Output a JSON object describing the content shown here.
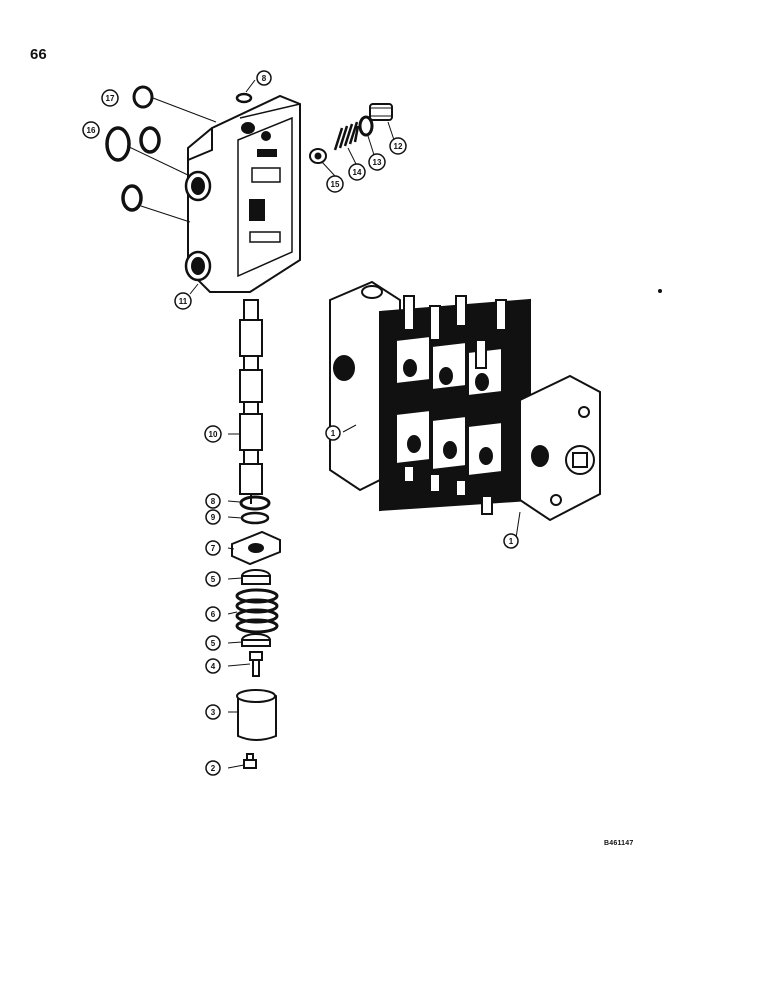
{
  "page_number": "66",
  "figure_code": "B461147",
  "callouts": [
    {
      "id": "c17",
      "label": "17"
    },
    {
      "id": "c8a",
      "label": "8"
    },
    {
      "id": "c16",
      "label": "16"
    },
    {
      "id": "c15",
      "label": "15"
    },
    {
      "id": "c14",
      "label": "14"
    },
    {
      "id": "c13",
      "label": "13"
    },
    {
      "id": "c12",
      "label": "12"
    },
    {
      "id": "c11",
      "label": "11"
    },
    {
      "id": "c10",
      "label": "10"
    },
    {
      "id": "c8b",
      "label": "8"
    },
    {
      "id": "c9",
      "label": "9"
    },
    {
      "id": "c7",
      "label": "7"
    },
    {
      "id": "c5a",
      "label": "5"
    },
    {
      "id": "c6",
      "label": "6"
    },
    {
      "id": "c5b",
      "label": "5"
    },
    {
      "id": "c4",
      "label": "4"
    },
    {
      "id": "c3",
      "label": "3"
    },
    {
      "id": "c2",
      "label": "2"
    },
    {
      "id": "c1a",
      "label": "1"
    },
    {
      "id": "c1b",
      "label": "1"
    }
  ]
}
